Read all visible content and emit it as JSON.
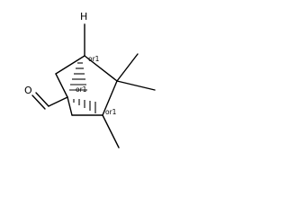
{
  "molecule": {
    "atoms": {
      "oxygen": "O",
      "hydrogen": "H"
    },
    "stereo_descriptors": {
      "c1": "or1",
      "c2": "or1",
      "c3": "or1"
    }
  }
}
